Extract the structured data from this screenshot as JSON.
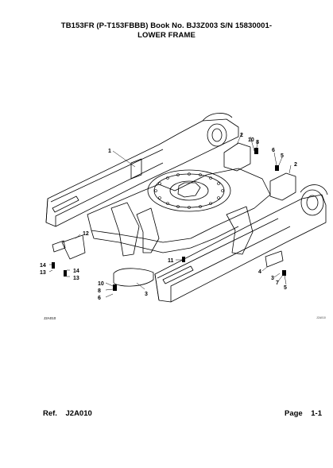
{
  "header": {
    "line1": "TB153FR  (P-T153FBBB)  Book No. BJ3Z003  S/N 15830001-",
    "line2": "LOWER FRAME"
  },
  "figure_code": "J2A010",
  "figure_code_small": "J2A010",
  "footer": {
    "ref_label": "Ref.    J2A010",
    "page_label": "Page    1-1"
  },
  "callouts": [
    {
      "id": "c1",
      "label": "1"
    },
    {
      "id": "c2a",
      "label": "2"
    },
    {
      "id": "c10a",
      "label": "10"
    },
    {
      "id": "c8a",
      "label": "8"
    },
    {
      "id": "c6a",
      "label": "6"
    },
    {
      "id": "c5a",
      "label": "5"
    },
    {
      "id": "c2b",
      "label": "2"
    },
    {
      "id": "c12",
      "label": "12"
    },
    {
      "id": "c14a",
      "label": "14"
    },
    {
      "id": "c13a",
      "label": "13"
    },
    {
      "id": "c14b",
      "label": "14"
    },
    {
      "id": "c13b",
      "label": "13"
    },
    {
      "id": "c11",
      "label": "11"
    },
    {
      "id": "c10b",
      "label": "10"
    },
    {
      "id": "c8b",
      "label": "8"
    },
    {
      "id": "c6b",
      "label": "6"
    },
    {
      "id": "c3",
      "label": "3"
    },
    {
      "id": "c4",
      "label": "4"
    },
    {
      "id": "c3b",
      "label": "3"
    },
    {
      "id": "c7",
      "label": "7"
    },
    {
      "id": "c5b",
      "label": "5"
    }
  ]
}
